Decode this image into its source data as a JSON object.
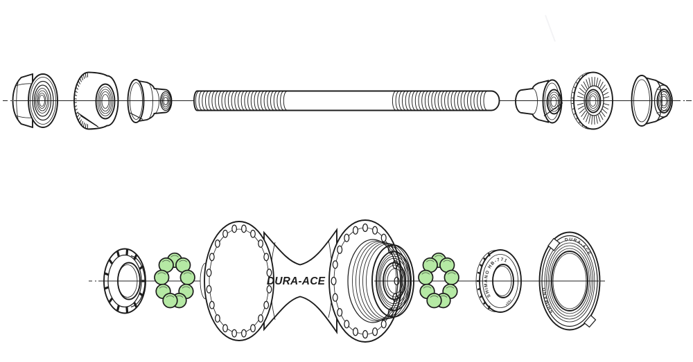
{
  "diagram": {
    "background": "#ffffff",
    "line_color": "#1c1c1c",
    "ball_color": "#b5e9a4",
    "labels": {
      "hub_logo": "DURA-ACE",
      "cone_brand": "SHIMANO HB-7710",
      "cone_code": "+05c",
      "lockring_top": "DURA-ACE",
      "lockring_bottom": "SHIMANO"
    }
  }
}
